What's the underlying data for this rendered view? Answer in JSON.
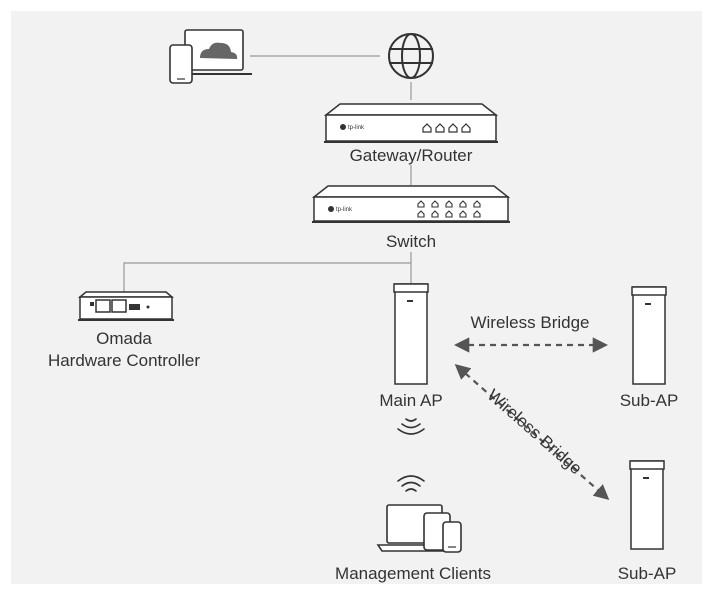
{
  "labels": {
    "gateway": "Gateway/Router",
    "switch": "Switch",
    "controller_line1": "Omada",
    "controller_line2": "Hardware Controller",
    "main_ap": "Main AP",
    "sub_ap_1": "Sub-AP",
    "sub_ap_2": "Sub-AP",
    "wireless_bridge_1": "Wireless Bridge",
    "wireless_bridge_2": "Wireless Bridge",
    "clients": "Management Clients"
  },
  "logos": {
    "gateway_brand": "tp-link",
    "switch_brand": "tp-link"
  },
  "icons": [
    "cloud-devices-icon",
    "internet-globe-icon",
    "gateway-router-icon",
    "switch-icon",
    "omada-controller-icon",
    "main-ap-icon",
    "sub-ap-icon",
    "wifi-signal-icon",
    "management-clients-icon"
  ],
  "colors": {
    "background": "#f2f2f2",
    "line": "#999999",
    "device_stroke": "#333333",
    "bridge_arrow": "#555555",
    "device_fill": "#ffffff"
  }
}
